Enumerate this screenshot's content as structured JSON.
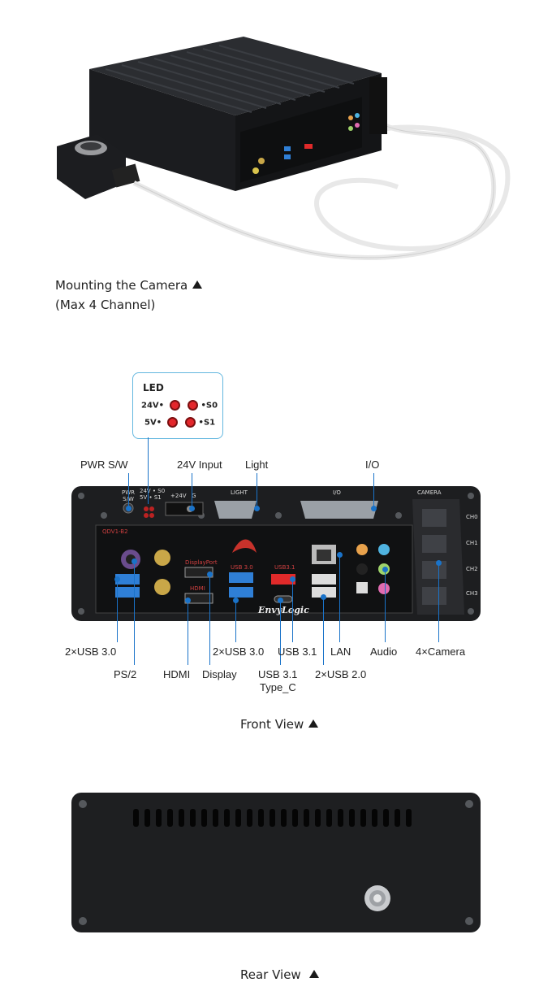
{
  "section1": {
    "caption_line1": "Mounting the Camera",
    "caption_line2": "(Max 4 Channel)"
  },
  "led_legend": {
    "title": "LED",
    "row1_left": "24V",
    "row1_right": "S0",
    "row2_left": "5V",
    "row2_right": "S1",
    "led_color": "#e3262b"
  },
  "front_panel": {
    "callouts_top": {
      "pwr": "PWR S/W",
      "input24v": "24V Input",
      "light": "Light",
      "io": "I/O"
    },
    "callouts_bottom": {
      "usb30_left": "2×USB 3.0",
      "ps2": "PS/2",
      "hdmi": "HDMI",
      "display": "Display",
      "usb30_mid": "2×USB 3.0",
      "usb31": "USB 3.1",
      "usb31c_l1": "USB 3.1",
      "usb31c_l2": "Type_C",
      "lan": "LAN",
      "usb20": "2×USB 2.0",
      "audio": "Audio",
      "camera4": "4×Camera"
    },
    "panel_labels": {
      "pwr": "PWR\nS/W",
      "led_small": "24V • S0\n5V • S1",
      "plus24": "+24V",
      "g": "G",
      "light": "LIGHT",
      "io": "I/O",
      "camera": "CAMERA",
      "ch0": "CH0",
      "ch1": "CH1",
      "ch2": "CH2",
      "ch3": "CH3",
      "displayport": "DisplayPort",
      "hdmi": "HDMI",
      "usb30": "USB 3.0",
      "usb31": "USB3.1",
      "brand": "EnvyLogic",
      "model": "QDV1-B2"
    },
    "caption": "Front View"
  },
  "rear_panel": {
    "caption": "Rear View"
  },
  "colors": {
    "callout_line": "#1a73c9",
    "panel_dark": "#1d1e20",
    "usb_blue": "#2f7fd6",
    "usb31_red": "#e02a2a",
    "accent_border": "#63b7df"
  }
}
